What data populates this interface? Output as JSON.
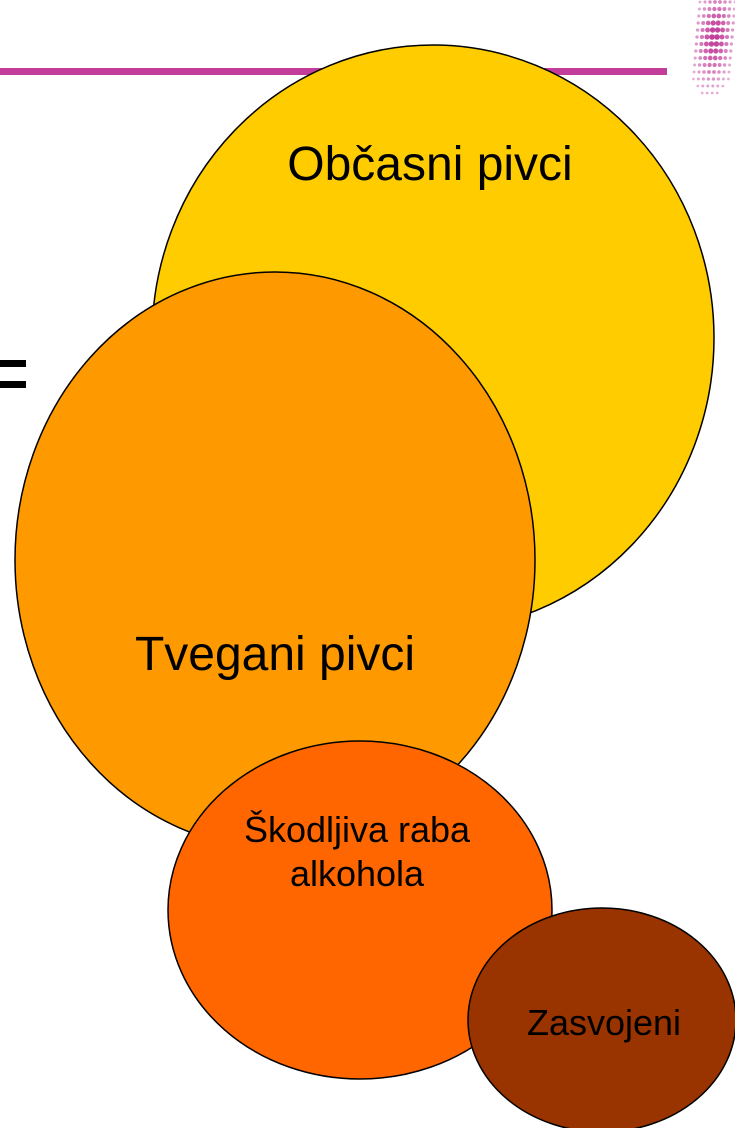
{
  "diagram": {
    "colors": {
      "header_rule": "#c23d9a",
      "logo_dots": "#c23d9a",
      "outline": "#000000",
      "equals_sign": "#000000"
    },
    "circles": [
      {
        "id": "obcasni",
        "lines": [
          "Občasni pivci"
        ],
        "fill": "#ffcc00"
      },
      {
        "id": "tvegani",
        "lines": [
          "Tvegani pivci"
        ],
        "fill": "#ff9900"
      },
      {
        "id": "skodljiva",
        "lines": [
          "Škodljiva raba",
          "alkohola"
        ],
        "fill": "#ff6600"
      },
      {
        "id": "zasvojeni",
        "lines": [
          "Zasvojeni"
        ],
        "fill": "#993300"
      }
    ]
  }
}
